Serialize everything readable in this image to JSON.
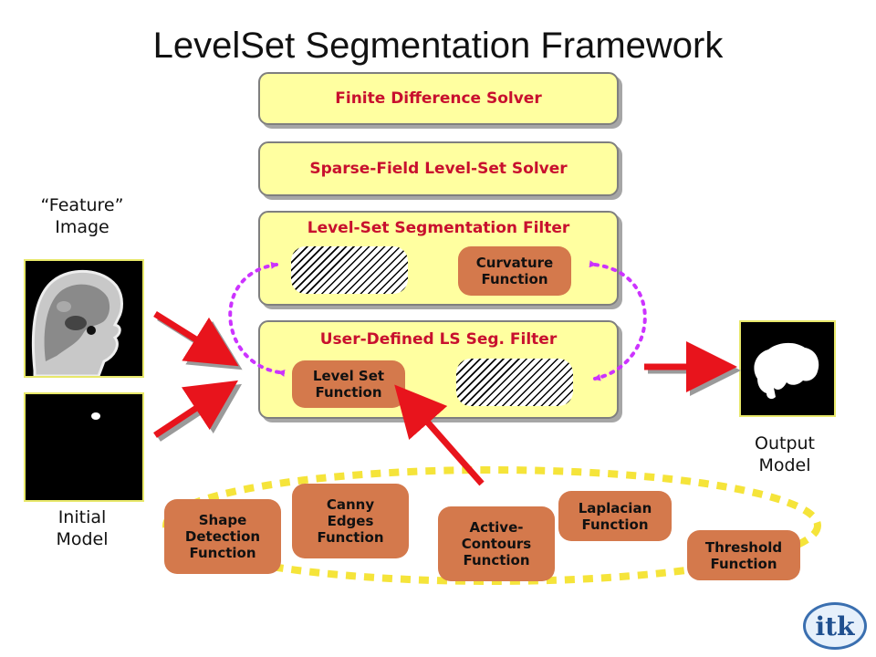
{
  "title": "LevelSet Segmentation Framework",
  "boxes": {
    "finite_difference": "Finite Difference Solver",
    "sparse_field": "Sparse-Field Level-Set Solver",
    "segmentation_filter": "Level-Set Segmentation Filter",
    "user_defined": "User-Defined LS Seg. Filter"
  },
  "functions": {
    "curvature": "Curvature\nFunction",
    "level_set": "Level Set\nFunction",
    "shape_detection": "Shape\nDetection\nFunction",
    "canny_edges": "Canny\nEdges\nFunction",
    "active_contours": "Active-\nContours\nFunction",
    "laplacian": "Laplacian\nFunction",
    "threshold": "Threshold\nFunction"
  },
  "labels": {
    "feature_image": "“Feature”\nImage",
    "initial_model": "Initial\nModel",
    "output_model": "Output\nModel"
  },
  "logo_text": "itk",
  "colors": {
    "box_fill": "#ffffa0",
    "box_title": "#c8102e",
    "function_fill": "#d4794c",
    "arrow": "#e8141c",
    "dotted_arrow": "#cc33ff",
    "ellipse": "#f5e43a"
  }
}
